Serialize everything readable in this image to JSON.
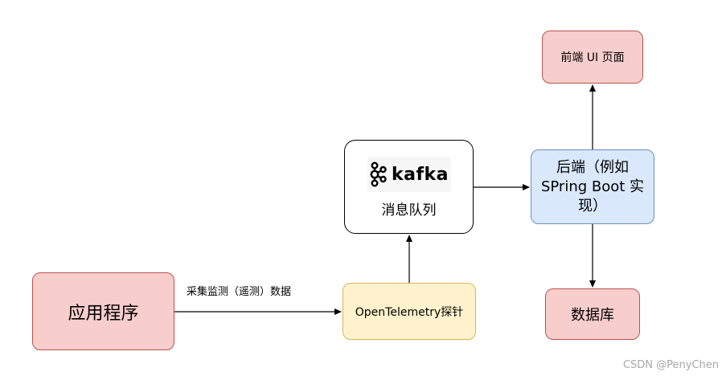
{
  "nodes": {
    "app": "应用程序",
    "probe": "OpenTelemetry探针",
    "queue_logo_text": "kafka",
    "queue_caption": "消息队列",
    "backend": "后端（例如SPring Boot 实现）",
    "frontend": "前端 UI 页面",
    "database": "数据库"
  },
  "edges": [
    {
      "from": "app",
      "to": "probe",
      "label": "采集监测（遥测）数据"
    },
    {
      "from": "probe",
      "to": "queue"
    },
    {
      "from": "queue",
      "to": "backend"
    },
    {
      "from": "backend",
      "to": "frontend"
    },
    {
      "from": "backend",
      "to": "database"
    }
  ],
  "watermark": "CSDN @PenyChen",
  "colors": {
    "red_fill": "#f8cecc",
    "red_stroke": "#b85450",
    "blue_fill": "#dae8fc",
    "blue_stroke": "#6c8ebf",
    "yellow_fill": "#fff2cc",
    "yellow_stroke": "#d6b656"
  }
}
